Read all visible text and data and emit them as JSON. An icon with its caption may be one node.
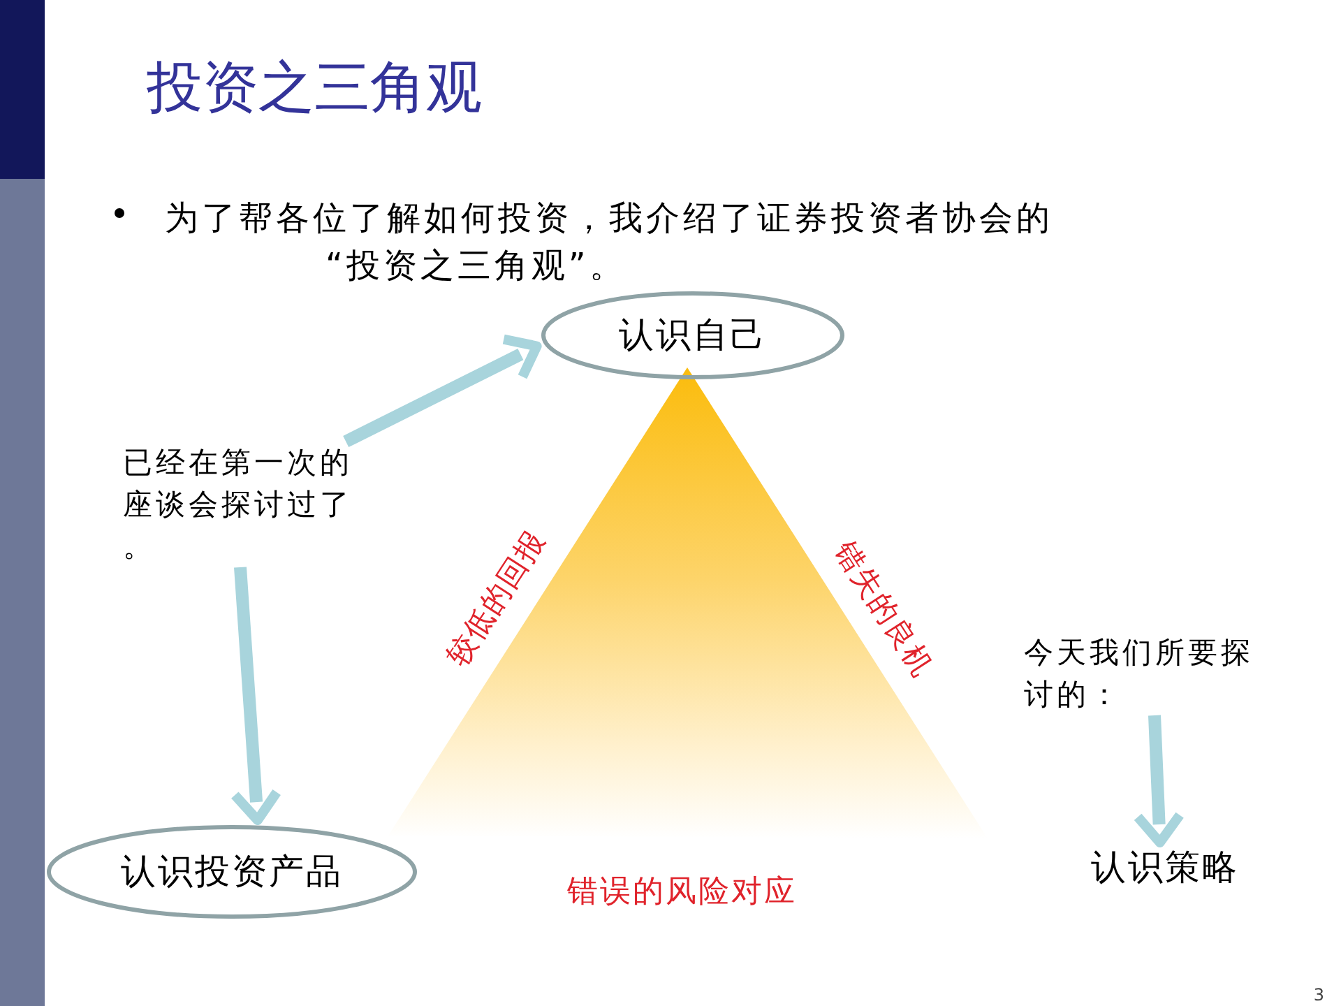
{
  "diagram": {
    "title": "投资之三角观",
    "nodes": [
      {
        "text": [
          "认识自己"
        ]
      },
      {
        "text": [
          "已经在第一次的座谈会探讨过了。"
        ]
      },
      {
        "text": [
          "今天我们所要探讨的："
        ]
      },
      {
        "text": [
          "认识投资产品"
        ]
      },
      {
        "text": [
          "认识策略"
        ]
      }
    ],
    "edges": [
      {
        "from": 1,
        "to": 0,
        "arrow": "to"
      },
      {
        "from": 1,
        "to": 3,
        "arrow": "to"
      },
      {
        "from": 2,
        "to": 4,
        "arrow": "to"
      }
    ],
    "labels": [
      "为了帮各位了解如何投资，我介绍了证券投资者协会的“投资之三角观”。",
      "较低的回报",
      "错失的良机",
      "错误的风险对应",
      "3"
    ]
  }
}
